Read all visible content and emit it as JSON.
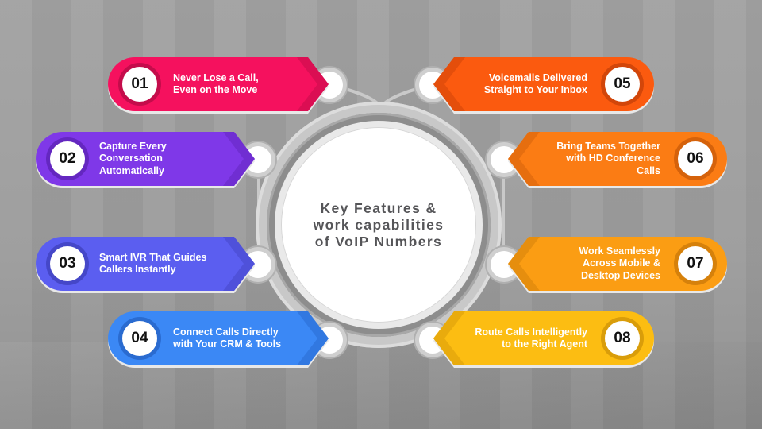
{
  "title": "Key Features & work capabilities of VoIP Numbers",
  "title_lines": [
    "Key Features &",
    "work capabilities",
    "of VoIP Numbers"
  ],
  "features": [
    {
      "number": "01",
      "lines": [
        "Never Lose a Call,",
        "Even on the Move"
      ],
      "color": "#f5115e",
      "dark": "#c40c4b",
      "side": "left"
    },
    {
      "number": "02",
      "lines": [
        "Capture Every",
        "Conversation",
        "Automatically"
      ],
      "color": "#7f38e8",
      "dark": "#6427c0",
      "side": "left"
    },
    {
      "number": "03",
      "lines": [
        "Smart IVR That Guides",
        "Callers Instantly"
      ],
      "color": "#5b5ef0",
      "dark": "#4547c8",
      "side": "left"
    },
    {
      "number": "04",
      "lines": [
        "Connect Calls Directly",
        "with Your CRM & Tools"
      ],
      "color": "#3b88f5",
      "dark": "#2a6bd0",
      "side": "left"
    },
    {
      "number": "05",
      "lines": [
        "Voicemails Delivered",
        "Straight to Your Inbox"
      ],
      "color": "#fb5a0f",
      "dark": "#d2460a",
      "side": "right"
    },
    {
      "number": "06",
      "lines": [
        "Bring Teams Together",
        "with HD Conference",
        "Calls"
      ],
      "color": "#fb7c14",
      "dark": "#d5620b",
      "side": "right"
    },
    {
      "number": "07",
      "lines": [
        "Work Seamlessly",
        "Across Mobile &",
        "Desktop Devices"
      ],
      "color": "#fb9d13",
      "dark": "#d6810b",
      "side": "right"
    },
    {
      "number": "08",
      "lines": [
        "Route Calls Intelligently",
        "to the Right Agent"
      ],
      "color": "#fcbd12",
      "dark": "#d99d0a",
      "side": "right"
    }
  ]
}
